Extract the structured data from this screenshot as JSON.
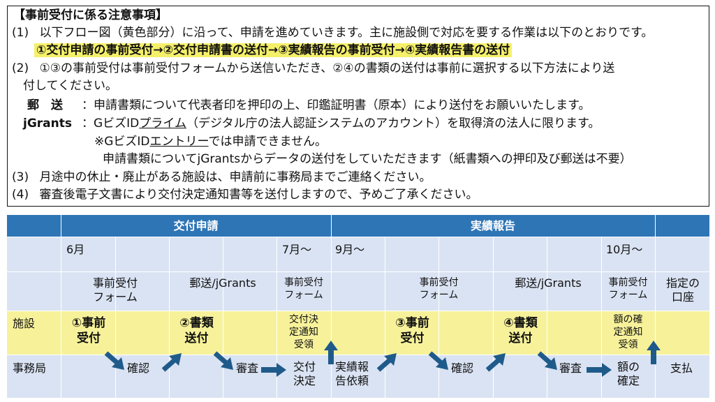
{
  "notice": {
    "title": "【事前受付に係る注意事項】",
    "item1_num": "(1)",
    "item1_text": "以下フロー図（黄色部分）に沿って、申請を進めていきます。主に施設側で対応を要する作業は以下のとおりです。",
    "highlight": "①交付申請の事前受付→②交付申請書の送付→③実績報告の事前受付→④実績報告書の送付",
    "item2_num": "(2)",
    "item2_text_a": "①③の事前受付は事前受付フォームから送信いただき、②④の書類の送付は事前に選択する以下方法により送",
    "item2_text_b": "付してください。",
    "mail_label": "郵　送",
    "mail_colon": "：",
    "mail_text": "申請書類について代表者印を押印の上、印鑑証明書（原本）により送付をお願いいたします。",
    "jg_label": "jGrants",
    "jg_colon": "：",
    "jg_text_pre": "GビズID",
    "jg_text_u": "プライム",
    "jg_text_post": "（デジタル庁の法人認証システムのアカウント）を取得済の法人に限ります。",
    "note_pre": "※GビズID",
    "note_u": "エントリー",
    "note_post": "では申請できません。",
    "note2": "申請書類についてjGrantsからデータの送付をしていただきます（紙書類への押印及び郵送は不要）",
    "item3_num": "(3)",
    "item3_text": "月途中の休止・廃止がある施設は、申請前に事務局までご連絡ください。",
    "item4_num": "(4)",
    "item4_text": "審査後電子文書により交付決定通知書等を送付しますので、予めご了承ください。"
  },
  "flow": {
    "colors": {
      "header": "#2e75b6",
      "light": "#dae3f3",
      "yellow": "#f7f29a",
      "arrow": "#1f5b8a"
    },
    "headers": {
      "grant": "交付申請",
      "report": "実績報告"
    },
    "months": {
      "jun": "6月",
      "jul": "7月～",
      "sep": "9月～",
      "oct": "10月～"
    },
    "methods": {
      "form1": "事前受付\nフォーム",
      "mail1": "郵送/jGrants",
      "form2": "事前受付\nフォーム",
      "form3": "事前受付\nフォーム",
      "mail2": "郵送/jGrants",
      "form4": "事前受付\nフォーム",
      "account": "指定の\n口座"
    },
    "row_labels": {
      "facility": "施設",
      "office": "事務局"
    },
    "facility": {
      "s1": "①事前\n受付",
      "s2": "②書類\n送付",
      "notice1": "交付決\n定通知\n受領",
      "s3": "③事前\n受付",
      "s4": "④書類\n送付",
      "notice2": "額の確\n定通知\n受領"
    },
    "office": {
      "confirm1": "確認",
      "review1": "審査",
      "decision": "交付\n決定",
      "request": "実績報\n告依頼",
      "confirm2": "確認",
      "review2": "審査",
      "fixed": "額の\n確定",
      "payment": "支払"
    },
    "icons": [
      "arrow-down-right-icon",
      "arrow-up-right-icon",
      "arrow-right-icon",
      "arrow-up-icon"
    ]
  }
}
